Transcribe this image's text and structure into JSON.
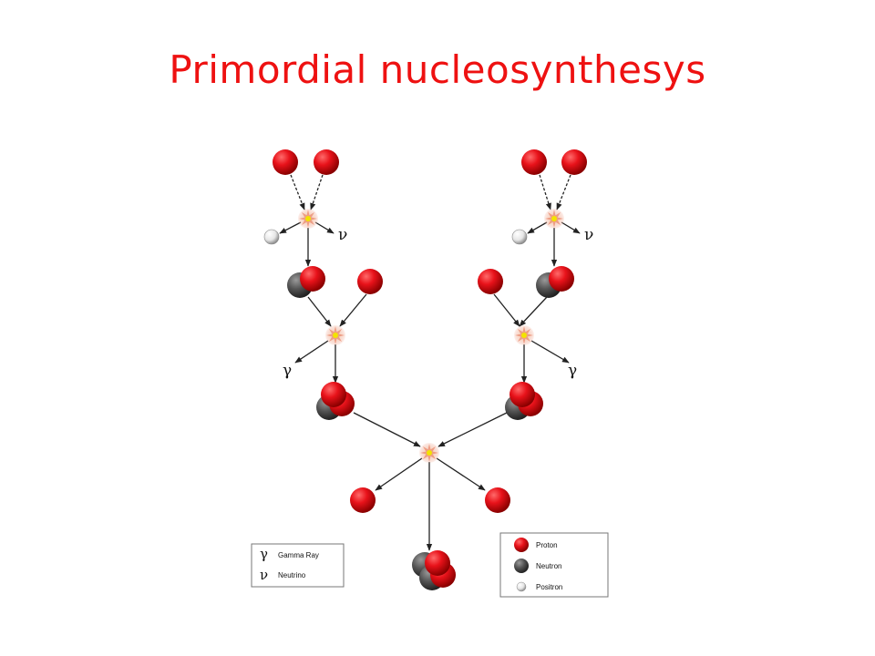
{
  "title": "Primordial nucleosynthesys",
  "symbols": {
    "gamma": "γ",
    "neutrino": "ν"
  },
  "legend_left": [
    {
      "symbol": "γ",
      "label": "Gamma Ray"
    },
    {
      "symbol": "ν",
      "label": "Neutrino"
    }
  ],
  "legend_right": [
    {
      "particle": "proton",
      "label": "Proton",
      "color": "#e8121a"
    },
    {
      "particle": "neutron",
      "label": "Neutron",
      "color": "#555555"
    },
    {
      "particle": "positron",
      "label": "Positron",
      "color": "#eeeeee"
    }
  ],
  "colors": {
    "title": "#ee1111",
    "proton": "#e8121a",
    "neutron": "#555555",
    "positron": "#eeeeee",
    "flash": "#f6c9b6",
    "flash_core": "#f3e300"
  }
}
